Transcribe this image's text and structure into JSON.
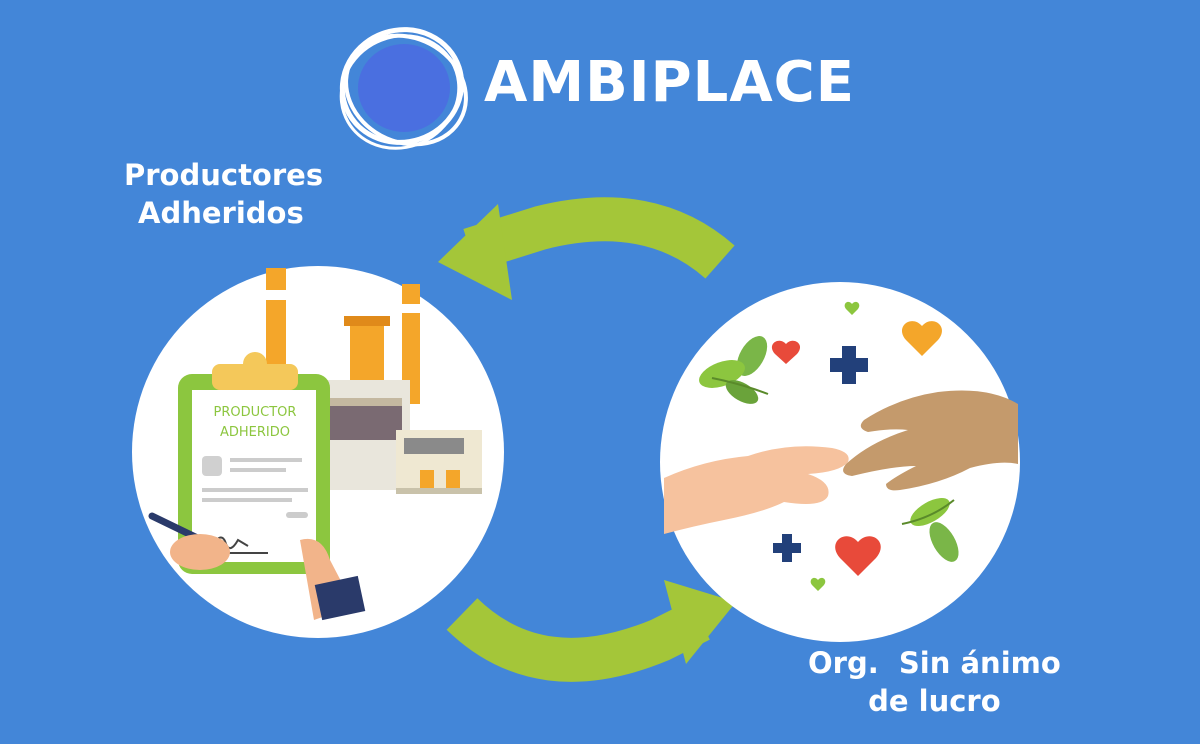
{
  "brand": {
    "name": "AMBIPLACE"
  },
  "nodes": [
    {
      "id": "producers",
      "label_lines": [
        "Productores",
        "Adheridos"
      ],
      "document_text_lines": [
        "PRODUCTOR",
        "ADHERIDO"
      ]
    },
    {
      "id": "nonprofits",
      "label_lines": [
        "Org.  Sin ánimo",
        "de lucro"
      ]
    }
  ],
  "colors": {
    "background": "#4386d8",
    "arrow": "#a4c639",
    "circle_fill": "#ffffff",
    "logo_fill": "#4a6fe0",
    "clipboard": "#8cc63f",
    "factory_chimney": "#f4a62a",
    "heart": "#e84a3a",
    "cross": "#22407a",
    "leaf": "#7ab648"
  },
  "icons": [
    "logo-swirl-icon",
    "cycle-arrow-icon",
    "heart-icon",
    "cross-icon",
    "leaf-icon"
  ]
}
